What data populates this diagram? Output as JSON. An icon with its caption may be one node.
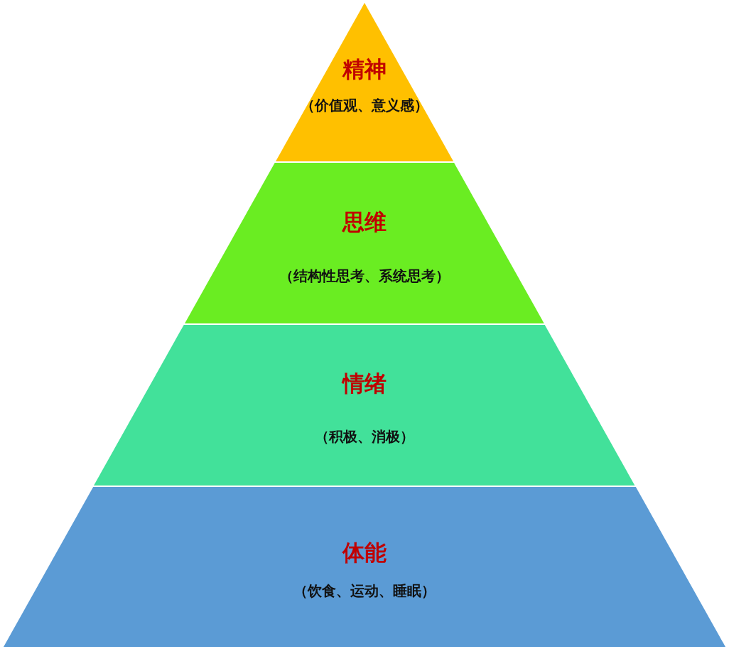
{
  "diagram": {
    "nodes": [
      {
        "text": [
          "精神",
          "（价值观、意义感）"
        ]
      },
      {
        "text": [
          "思维",
          "（结构性思考、系统思考）"
        ]
      },
      {
        "text": [
          "情绪",
          "（积极、消极）"
        ]
      },
      {
        "text": [
          "体能",
          "（饮食、运动、睡眠）"
        ]
      }
    ]
  }
}
